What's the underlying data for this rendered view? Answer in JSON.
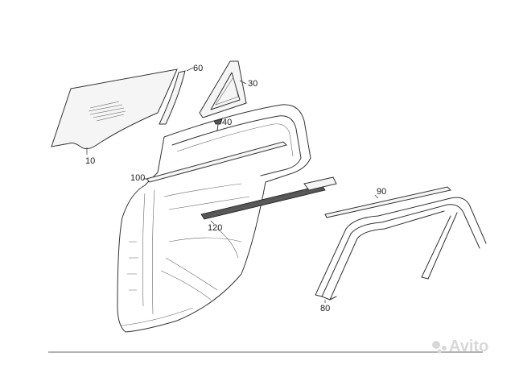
{
  "diagram": {
    "parts": [
      {
        "number": "10"
      },
      {
        "number": "30"
      },
      {
        "number": "40"
      },
      {
        "number": "60"
      },
      {
        "number": "80"
      },
      {
        "number": "90"
      },
      {
        "number": "100"
      },
      {
        "number": "120"
      }
    ],
    "watermark": "Avito",
    "colors": {
      "line": "#333333",
      "background": "#ffffff",
      "watermark": "#d8d8d8"
    }
  }
}
